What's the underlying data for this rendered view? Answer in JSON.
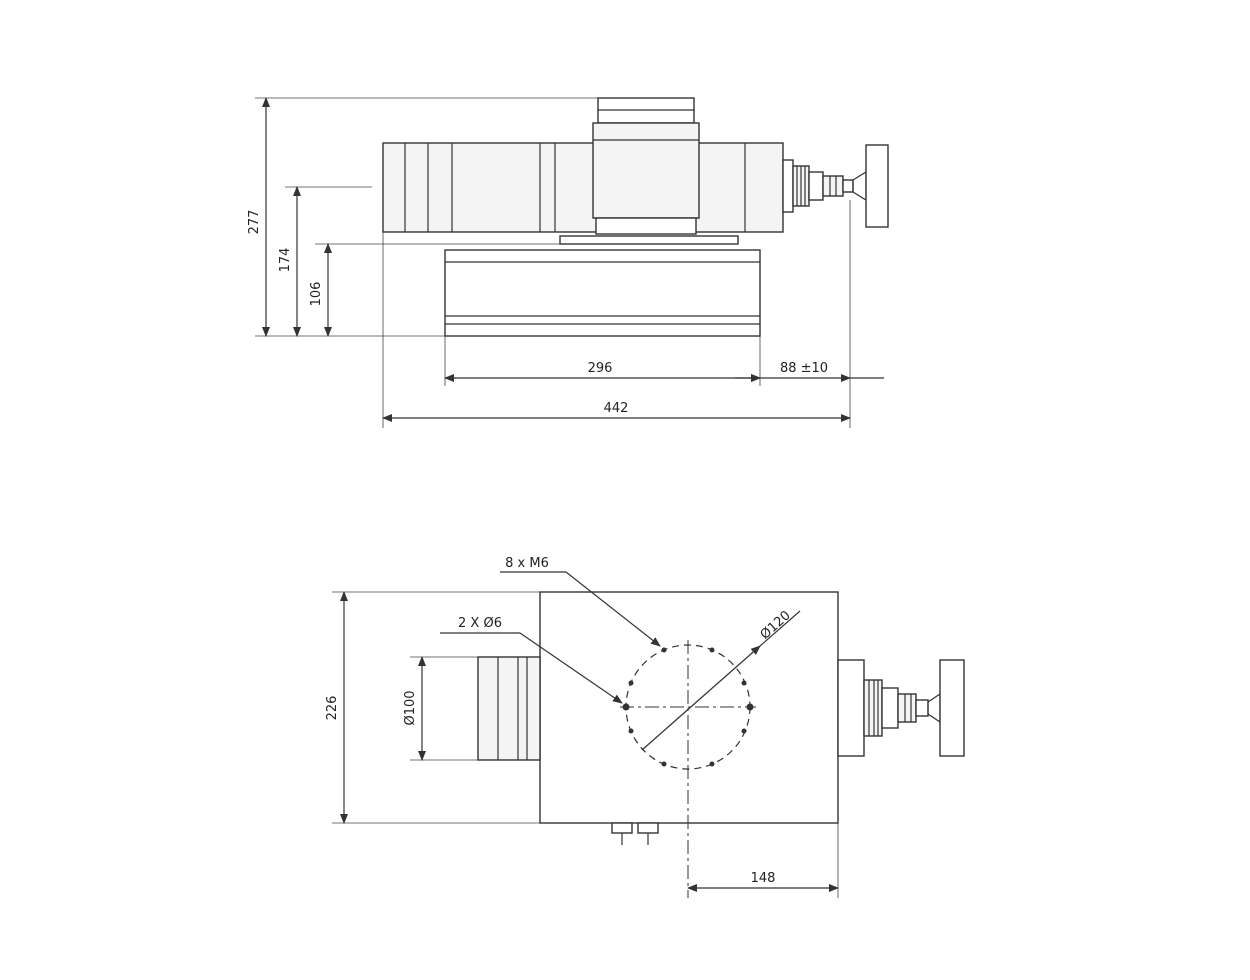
{
  "side_view": {
    "dim_total_height": "277",
    "dim_axis_height": "174",
    "dim_base_height": "106",
    "dim_base_length": "296",
    "dim_handle_offset": "88 ±10",
    "dim_total_length": "442"
  },
  "top_view": {
    "dim_width": "226",
    "dim_bore": "Ø100",
    "dim_pin_holes": "2 X Ø6",
    "dim_threaded_holes": "8 x M6",
    "dim_bolt_circle": "Ø120",
    "dim_center_offset": "148"
  }
}
